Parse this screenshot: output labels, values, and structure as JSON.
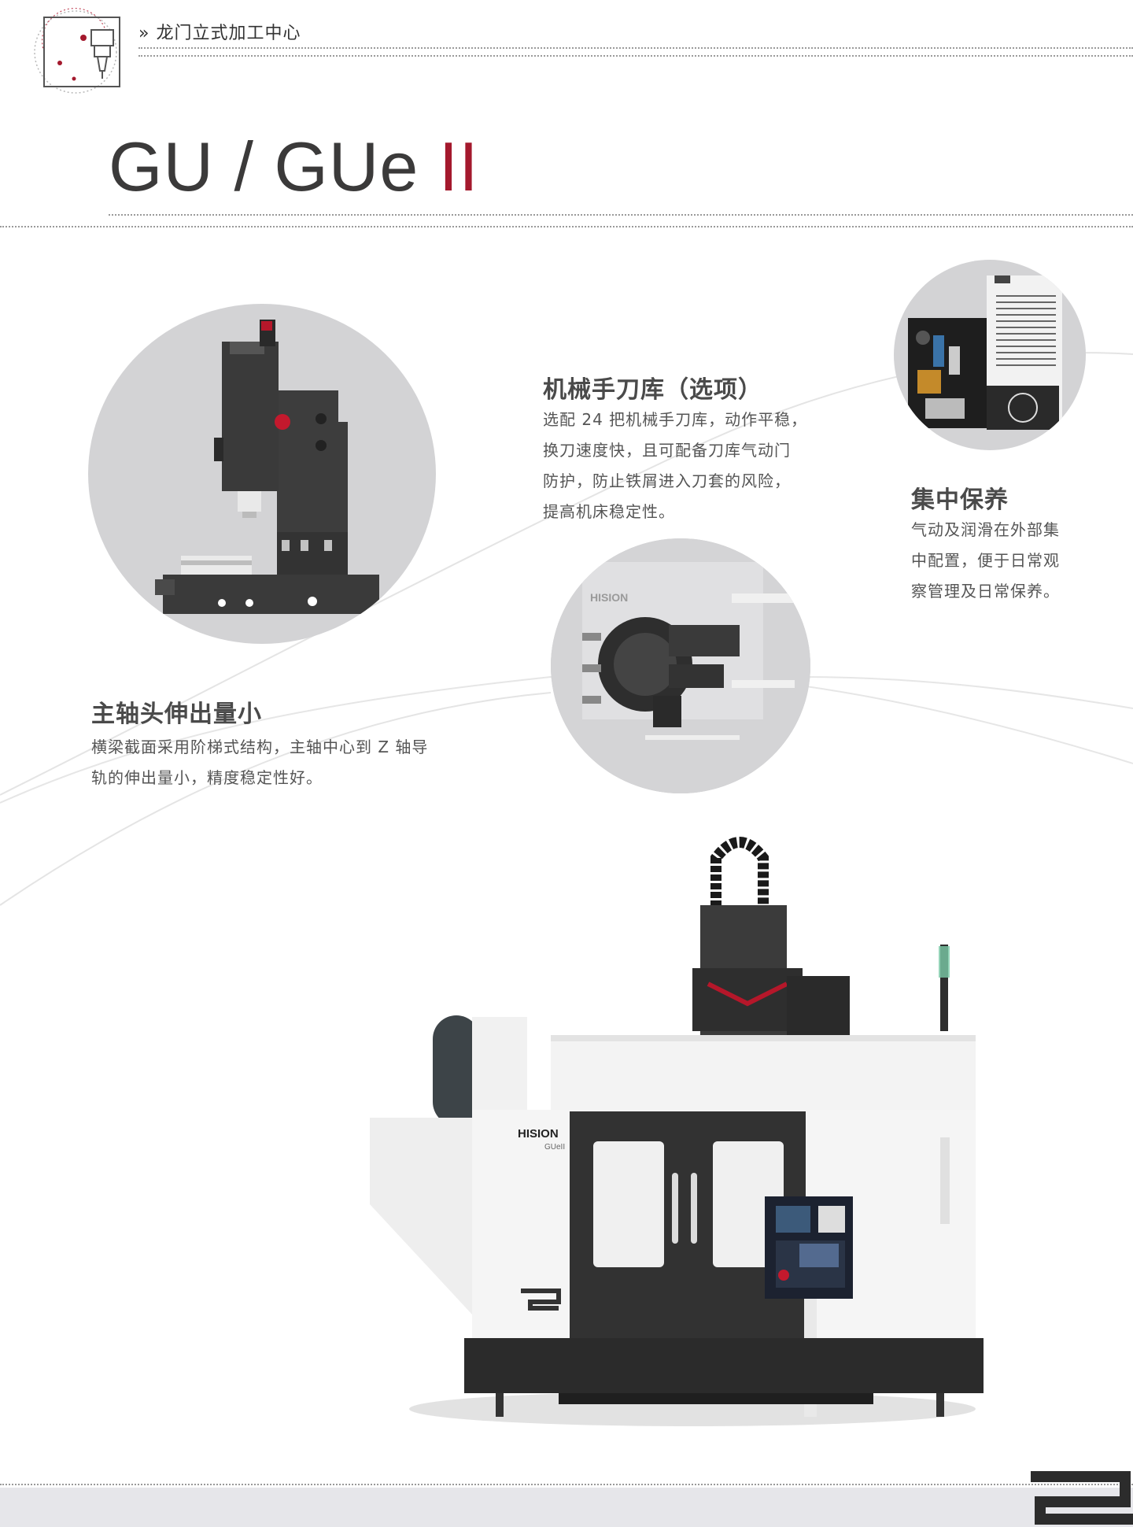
{
  "header": {
    "breadcrumb": "» 龙门立式加工中心"
  },
  "title": {
    "main": "GU / GUe ",
    "accent": "II"
  },
  "features": {
    "spindle": {
      "heading": "主轴头伸出量小",
      "lines": [
        "横梁截面采用阶梯式结构，主轴中心到 Z 轴导",
        "轨的伸出量小，精度稳定性好。"
      ]
    },
    "toolchanger": {
      "heading": "机械手刀库（选项）",
      "lines": [
        "选配 24 把机械手刀库，动作平稳，",
        "换刀速度快，且可配备刀库气动门",
        "防护，防止铁屑进入刀套的风险，",
        "提高机床稳定性。"
      ]
    },
    "maintenance": {
      "heading": "集中保养",
      "lines": [
        "气动及润滑在外部集",
        "中配置，便于日常观",
        "察管理及日常保养。"
      ]
    }
  },
  "machine": {
    "brand": "HISION",
    "model": "GUeII"
  },
  "colors": {
    "accent": "#a4192d",
    "text": "#3b3a3a",
    "circle_bg": "#d3d3d5",
    "footer_band": "#e6e6ea"
  }
}
